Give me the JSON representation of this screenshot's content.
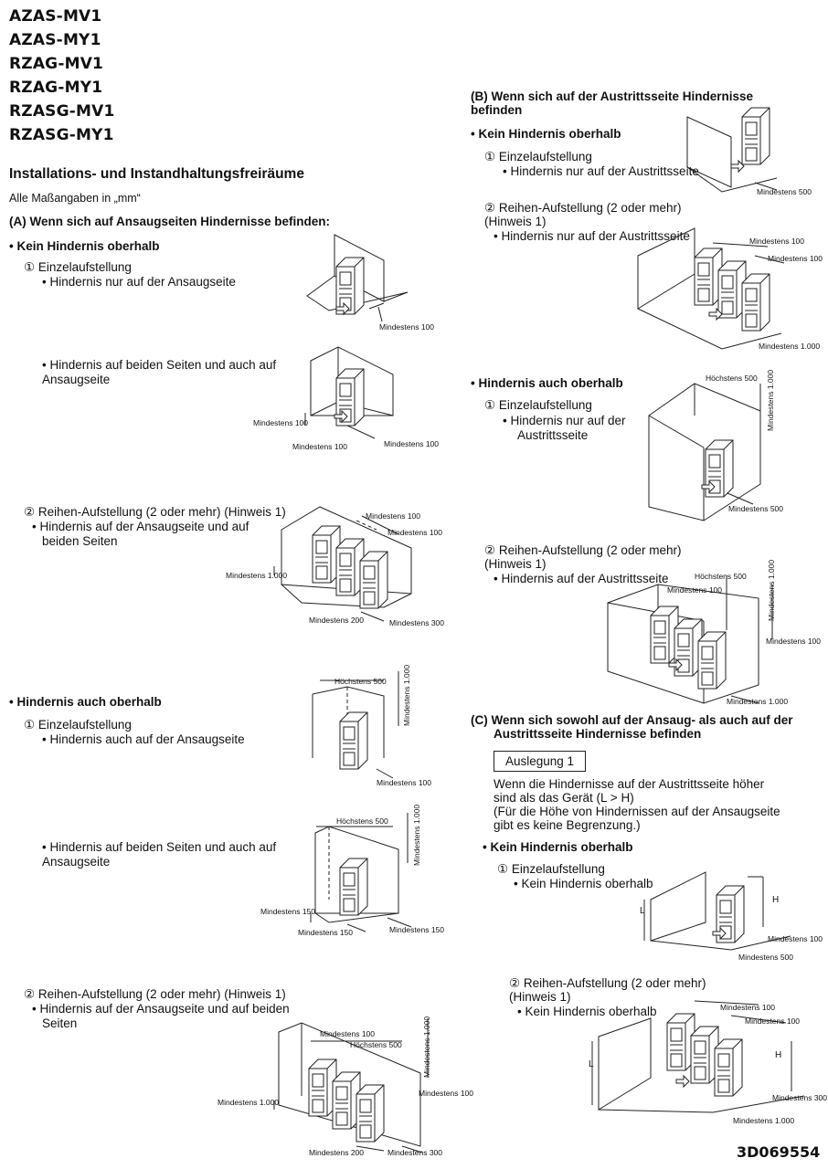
{
  "models": [
    "AZAS-MV1",
    "AZAS-MY1",
    "RZAG-MV1",
    "RZAG-MY1",
    "RZASG-MV1",
    "RZASG-MY1"
  ],
  "title": "Installations- und Instandhaltungsfreiräume",
  "units_note": "Alle Maßangaben in „mm“",
  "sectionA": {
    "heading": "(A) Wenn sich auf Ansaugseiten Hindernisse befinden:",
    "no_above": "• Kein Hindernis oberhalb",
    "single": "① Einzelaufstellung",
    "a1_text": "• Hindernis nur auf der Ansaugseite",
    "a2_text_1": "• Hindernis auf beiden Seiten und auch auf",
    "a2_text_2": "Ansaugseite",
    "row": "② Reihen-Aufstellung (2 oder mehr) (Hinweis 1)",
    "a3_text_1": "• Hindernis auf der Ansaugseite und auf",
    "a3_text_2": "beiden Seiten",
    "also_above": "• Hindernis auch oberhalb",
    "single2": "① Einzelaufstellung",
    "a4_text": "• Hindernis auch auf der Ansaugseite",
    "a5_text_1": "• Hindernis auf beiden Seiten und auch auf",
    "a5_text_2": "Ansaugseite",
    "row2": "② Reihen-Aufstellung (2 oder mehr) (Hinweis 1)",
    "a6_text_1": "• Hindernis auf der Ansaugseite und auf beiden",
    "a6_text_2": "Seiten"
  },
  "sectionB": {
    "heading_1": "(B) Wenn sich auf der Austrittsseite Hindernisse",
    "heading_2": "befinden",
    "no_above": "• Kein Hindernis oberhalb",
    "single": "① Einzelaufstellung",
    "b1_text": "• Hindernis nur auf der Austrittsseite",
    "row": "② Reihen-Aufstellung (2 oder mehr)",
    "note": "(Hinweis 1)",
    "b2_text": "• Hindernis nur auf der Austrittsseite",
    "also_above": "• Hindernis auch oberhalb",
    "single2": "① Einzelaufstellung",
    "b3_text_1": "•   Hindernis nur auf der",
    "b3_text_2": "Austrittsseite",
    "row2": "② Reihen-Aufstellung (2 oder mehr)",
    "note2": "(Hinweis 1)",
    "b4_text": "• Hindernis auf der Austrittsseite"
  },
  "sectionC": {
    "heading_1": "(C)  Wenn sich sowohl auf der Ansaug- als auch auf der",
    "heading_2": "Austrittsseite Hindernisse befinden",
    "layout_box": "Auslegung 1",
    "desc_1": "Wenn die Hindernisse auf der Austrittsseite höher",
    "desc_2": "sind als das Gerät (L > H)",
    "desc_3": "(Für die Höhe von Hindernissen auf der Ansaugseite",
    "desc_4": "gibt es keine Begrenzung.)",
    "no_above": "• Kein Hindernis oberhalb",
    "single": "① Einzelaufstellung",
    "c1_text": "• Kein Hindernis oberhalb",
    "row": "② Reihen-Aufstellung (2 oder mehr)",
    "note": "(Hinweis 1)",
    "c2_text": "• Kein Hindernis oberhalb"
  },
  "dims": {
    "m100": "Mindestens 100",
    "m150": "Mindestens 150",
    "m200": "Mindestens 200",
    "m300": "Mindestens 300",
    "m500": "Mindestens 500",
    "m1000": "Mindestens 1.000",
    "max500": "Höchstens 500",
    "L": "L",
    "H": "H"
  },
  "doc_code": "3D069554"
}
